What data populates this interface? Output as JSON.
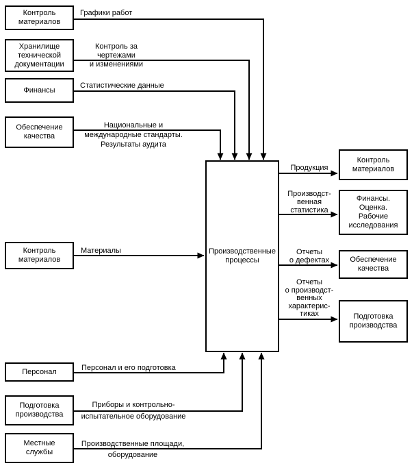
{
  "colors": {
    "background": "#ffffff",
    "line": "#000000",
    "box_border": "#000000",
    "text": "#000000"
  },
  "diagram": {
    "center_box": {
      "label": "Производственные\nпроцессы"
    },
    "top_inputs": [
      {
        "box": "Контроль\nматериалов",
        "arrow_label": "Графики работ"
      },
      {
        "box": "Хранилище\nтехнической\nдокументации",
        "arrow_label": "Контроль за чертежами\nи изменениями"
      },
      {
        "box": "Финансы",
        "arrow_label": "Статистические данные"
      },
      {
        "box": "Обеспечение\nкачества",
        "arrow_label": "Национальные и\nмеждународные стандарты.\nРезультаты аудита"
      }
    ],
    "left_input": {
      "box": "Контроль\nматериалов",
      "arrow_label": "Материалы"
    },
    "bottom_inputs": [
      {
        "box": "Персонал",
        "arrow_label": "Персонал и его подготовка"
      },
      {
        "box": "Подготовка\nпроизводства",
        "arrow_label": "Приборы и контрольно-\nиспытательное оборудование"
      },
      {
        "box": "Местные\nслужбы",
        "arrow_label": "Производственные площади,\nоборудование"
      }
    ],
    "outputs": [
      {
        "arrow_label": "Продукция",
        "box": "Контроль\nматериалов"
      },
      {
        "arrow_label": "Производст-\nвенная\nстатистика",
        "box": "Финансы.\nОценка.\nРабочие\nисследования"
      },
      {
        "arrow_label": "Отчеты\nо дефектах",
        "box": "Обеспечение\nкачества"
      },
      {
        "arrow_label": "Отчеты\nо производст-\nвенных\nхарактерис-\nтиках",
        "box": "Подготовка\nпроизводства"
      }
    ]
  }
}
